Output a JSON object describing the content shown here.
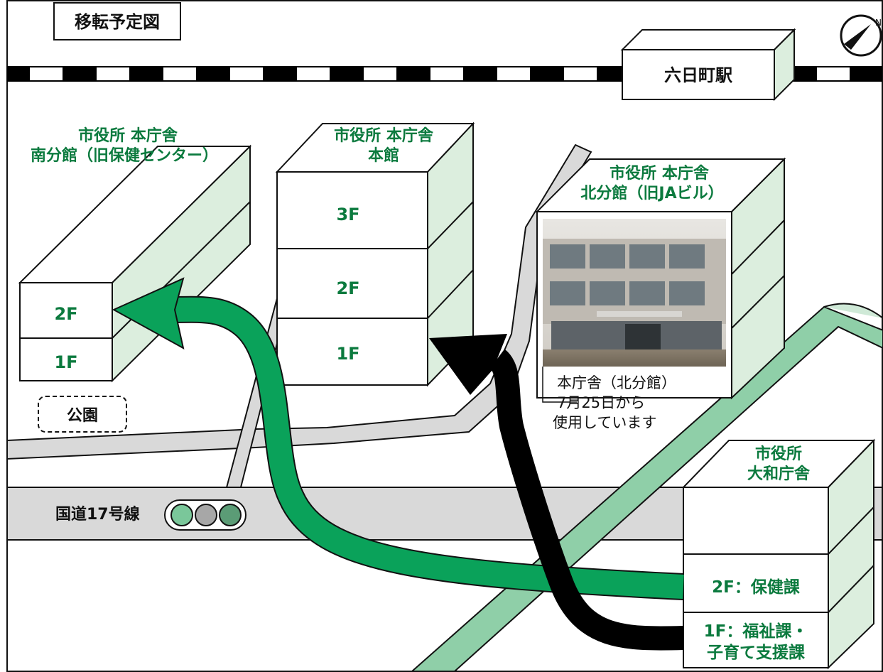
{
  "title": "移転予定図",
  "station": "六日町駅",
  "route": "国道17号線",
  "park": "公園",
  "colors": {
    "green_text": "#0b7a3e",
    "building_side": "#dceede",
    "arrow_green": "#0aa25a",
    "arrow_black": "#000000",
    "road": "#d9d9d9",
    "river": "#8fcfa8"
  },
  "buildings": {
    "south_annex": {
      "name_line1": "市役所 本庁舎",
      "name_line2": "南分館（旧保健センター）",
      "floors": [
        "2F",
        "1F"
      ]
    },
    "main": {
      "name_line1": "市役所 本庁舎",
      "name_line2": "本館",
      "floors": [
        "3F",
        "2F",
        "1F"
      ]
    },
    "north_annex": {
      "name_line1": "市役所 本庁舎",
      "name_line2": "北分館（旧JAビル）",
      "note_line1": "本庁舎（北分館）",
      "note_line2": "7月25日から",
      "note_line3": "使用しています"
    },
    "yamato": {
      "name_line1": "市役所",
      "name_line2": "大和庁舎",
      "floor2": "2F：保健課",
      "floor1_line1": "1F：福祉課・",
      "floor1_line2": "子育て支援課"
    }
  },
  "icons": [
    "compass-icon",
    "traffic-light-icon"
  ]
}
